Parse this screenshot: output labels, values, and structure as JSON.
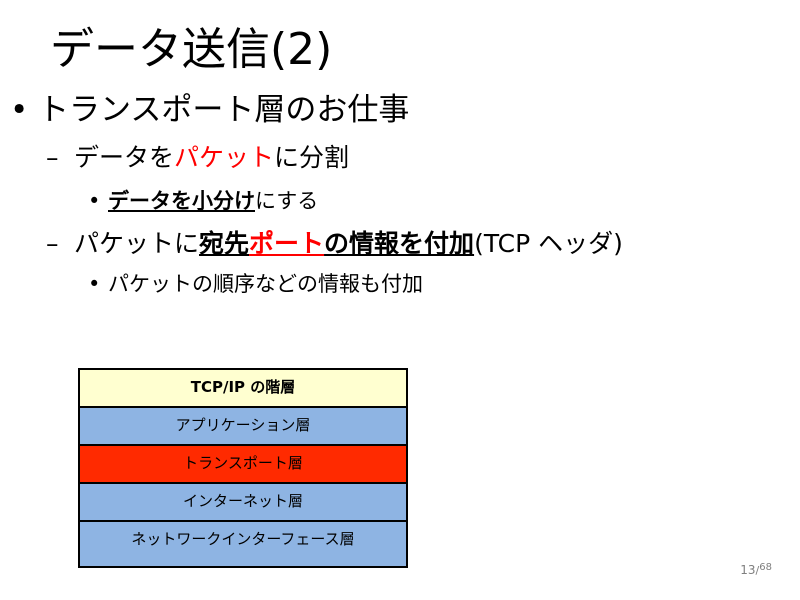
{
  "slide": {
    "title": "データ送信(2)",
    "bullets": {
      "b1": "トランスポート層のお仕事",
      "b2": {
        "prefix": "データを",
        "highlight": "パケット",
        "suffix": "に分割"
      },
      "b3": {
        "emphasis": "データを小分け",
        "suffix": "にする"
      },
      "b4": {
        "prefix": "パケットに",
        "emph1": "宛先",
        "emph2_red": "ポート",
        "emph3": "の情報を付加",
        "suffix": "(TCP ヘッダ)"
      },
      "b5": "パケットの順序などの情報も付加"
    },
    "markers": {
      "bullet": "•",
      "dash": "–"
    }
  },
  "layer_table": {
    "header": "TCP/IP の階層",
    "rows": [
      "アプリケーション層",
      "トランスポート層",
      "インターネット層",
      "ネットワークインターフェース層"
    ]
  },
  "page": {
    "current": "13",
    "separator": "/",
    "total": "68"
  },
  "colors": {
    "highlight_text": "#ff0000",
    "header_row": "#ffffd0",
    "layer_row": "#8eb4e3",
    "active_layer_row": "#ff2a00"
  }
}
